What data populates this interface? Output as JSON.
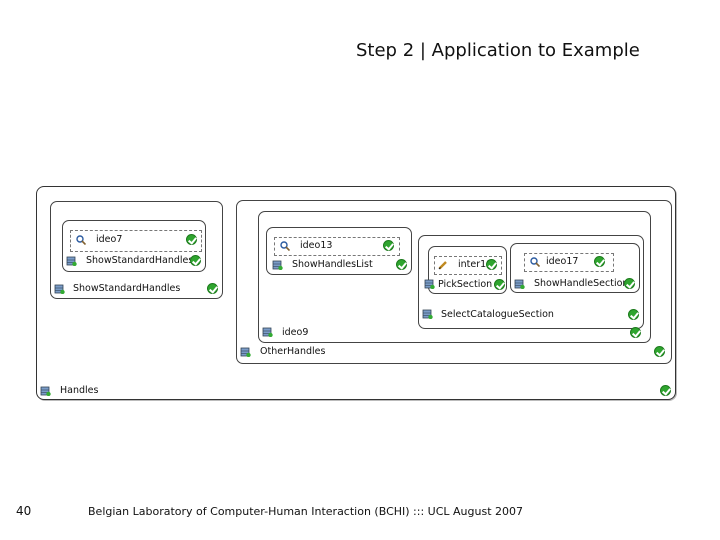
{
  "slide": {
    "title": "Step 2 | Application to Example",
    "page_number": "40",
    "footer": "Belgian Laboratory of Computer-Human Interaction (BCHI) ::: UCL  August 2007"
  },
  "diagram": {
    "root_label": "Handles",
    "left_group": {
      "label": "ShowStandardHandles",
      "inner_label": "ShowStandardHandles",
      "task": "ideo7"
    },
    "right_group": {
      "label": "OtherHandles",
      "inner_label": "ideo9",
      "list_label": "ShowHandlesList",
      "list_task": "ideo13",
      "pick_label": "PickSection",
      "pick_task": "inter18",
      "section_label": "ShowHandleSection",
      "section_task": "ideo17",
      "select_label": "SelectCatalogueSection"
    }
  }
}
